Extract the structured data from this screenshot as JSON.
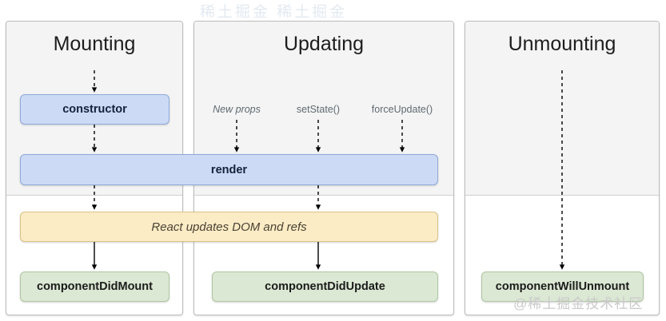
{
  "diagram": {
    "title_watermark_top": "稀土掘金   稀土掘金",
    "watermark": "@稀土掘金技术社区",
    "phases": [
      {
        "id": "mounting",
        "title": "Mounting"
      },
      {
        "id": "updating",
        "title": "Updating"
      },
      {
        "id": "unmounting",
        "title": "Unmounting"
      }
    ],
    "nodes": {
      "constructor": "constructor",
      "render": "render",
      "react_updates": "React updates DOM and refs",
      "did_mount": "componentDidMount",
      "did_update": "componentDidUpdate",
      "will_unmount": "componentWillUnmount"
    },
    "triggers": [
      {
        "id": "new-props",
        "label": "New props",
        "style": "italic"
      },
      {
        "id": "set-state",
        "label": "setState()",
        "style": "normal"
      },
      {
        "id": "force-update",
        "label": "forceUpdate()",
        "style": "normal"
      }
    ],
    "colors": {
      "panel_header_bg": "#f4f4f4",
      "panel_border": "#bcbcbc",
      "blue_fill": "#ccdaf5",
      "blue_border": "#8eaada",
      "yellow_fill": "#fbecc6",
      "yellow_border": "#dcc186",
      "green_fill": "#dbe8d3",
      "green_border": "#b0c7a4",
      "arrow": "#000000",
      "trigger_text": "#5f6a72",
      "watermark": "#c9c9c9"
    },
    "edges": [
      {
        "from": "mounting-phase-title",
        "to": "constructor",
        "style": "dashed"
      },
      {
        "from": "constructor",
        "to": "render",
        "style": "dashed"
      },
      {
        "from": "render",
        "to": "react-updates",
        "style": "dashed"
      },
      {
        "from": "react-updates",
        "to": "did-mount",
        "style": "solid"
      },
      {
        "from": "new-props",
        "to": "render",
        "style": "dashed"
      },
      {
        "from": "set-state",
        "to": "render",
        "style": "dashed"
      },
      {
        "from": "force-update",
        "to": "render",
        "style": "dashed"
      },
      {
        "from": "render",
        "to": "react-updates-updating",
        "style": "dashed"
      },
      {
        "from": "react-updates",
        "to": "did-update",
        "style": "solid"
      },
      {
        "from": "unmounting-phase-title",
        "to": "will-unmount",
        "style": "dashed"
      }
    ]
  }
}
